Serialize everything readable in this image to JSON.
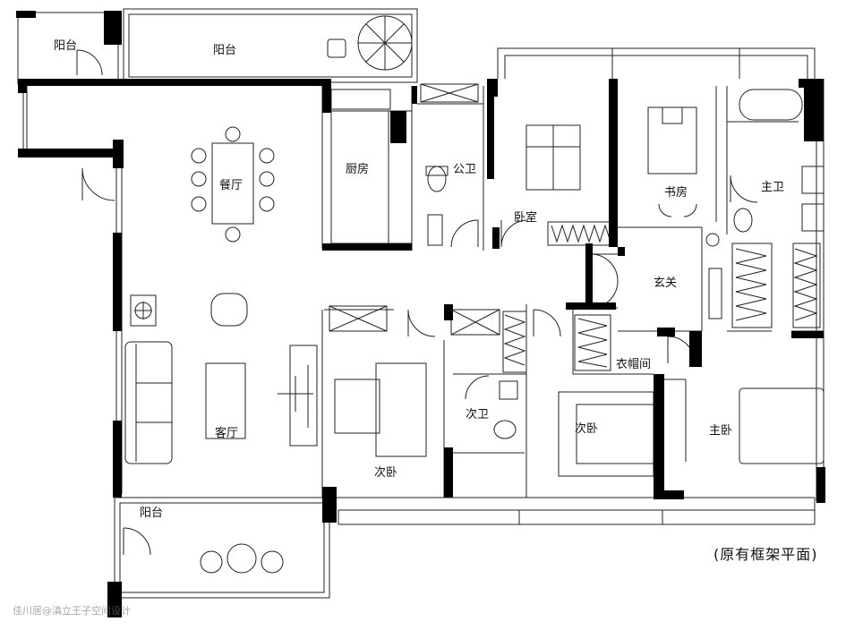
{
  "rooms": {
    "balcony_nw": "阳台",
    "balcony_n": "阳台",
    "dining": "餐厅",
    "kitchen": "厨房",
    "public_bath": "公卫",
    "bedroom": "卧室",
    "study": "书房",
    "master_bath": "主卫",
    "foyer": "玄关",
    "living": "客厅",
    "second_bedroom_1": "次卧",
    "second_bath": "次卫",
    "cloakroom": "衣帽间",
    "second_bedroom_2": "次卧",
    "master_bedroom": "主卧",
    "balcony_sw": "阳台"
  },
  "caption": "(原有框架平面)",
  "watermark": "佳川居@滇立王子空间设计",
  "colors": {
    "wall": "#000000",
    "line": "#222222",
    "paper": "#ffffff"
  }
}
